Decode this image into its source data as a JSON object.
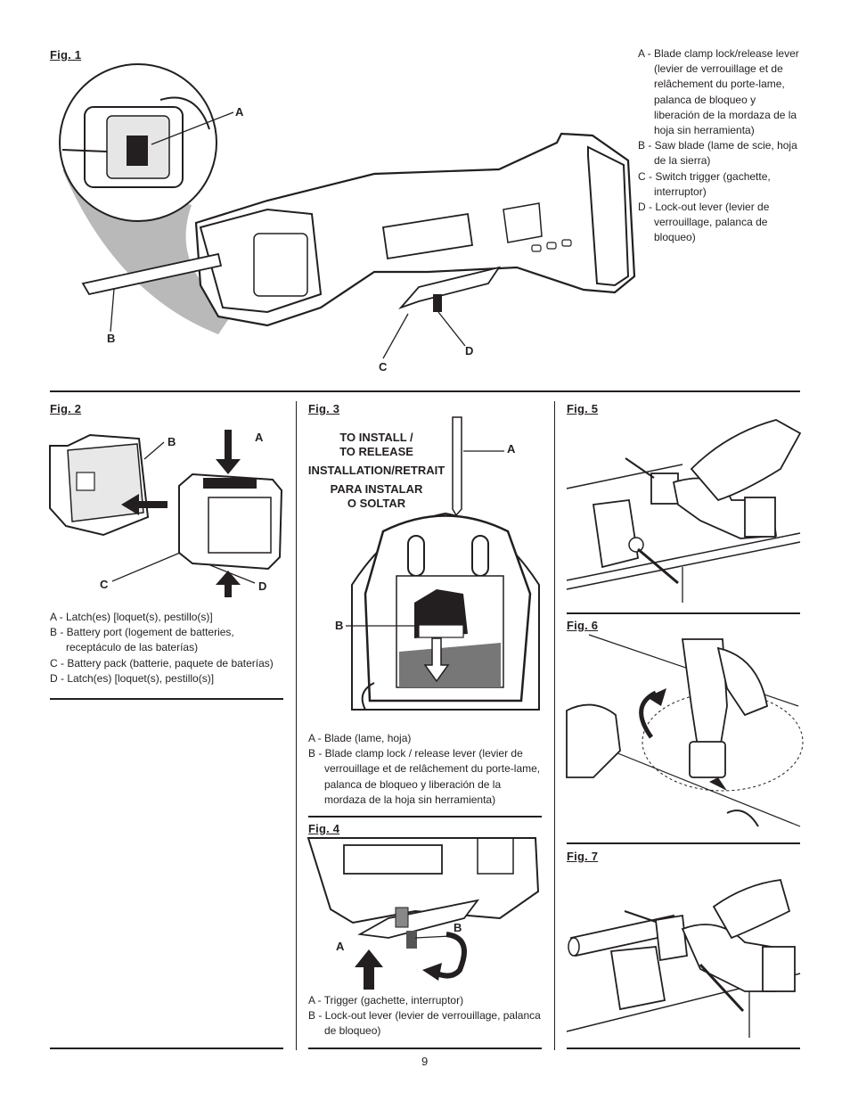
{
  "page_number": "9",
  "fig1": {
    "title": "Fig. 1",
    "callouts": {
      "a": "A",
      "b": "B",
      "c": "C",
      "d": "D"
    },
    "legend": [
      "A - Blade clamp lock/release lever (levier de verrouillage et de relâchement du porte-lame, palanca de bloqueo y liberación de la mordaza de la hoja sin herramienta)",
      "B - Saw blade (lame de scie, hoja de la sierra)",
      "C - Switch trigger (gachette, interruptor)",
      "D - Lock-out lever (levier de verrouillage, palanca de bloqueo)"
    ]
  },
  "fig2": {
    "title": "Fig. 2",
    "callouts": {
      "a": "A",
      "b": "B",
      "c": "C",
      "d": "D"
    },
    "legend": [
      "A - Latch(es) [loquet(s), pestillo(s)]",
      "B - Battery port (logement de batteries, receptáculo de las baterías)",
      "C - Battery pack (batterie, paquete de baterías)",
      "D - Latch(es) [loquet(s), pestillo(s)]"
    ]
  },
  "fig3": {
    "title": "Fig. 3",
    "instruction_lines": [
      "TO INSTALL /",
      "TO RELEASE",
      "INSTALLATION/RETRAIT",
      "PARA INSTALAR",
      "O SOLTAR"
    ],
    "callouts": {
      "a": "A",
      "b": "B"
    },
    "legend": [
      "A - Blade (lame, hoja)",
      "B - Blade clamp lock / release lever (levier de verrouillage et de relâchement du porte-lame, palanca de bloqueo y liberación de la mordaza de la hoja sin herramienta)"
    ]
  },
  "fig4": {
    "title": "Fig. 4",
    "callouts": {
      "a": "A",
      "b": "B"
    },
    "legend": [
      "A - Trigger (gachette, interruptor)",
      "B - Lock-out lever (levier de verrouillage, palanca de bloqueo)"
    ]
  },
  "fig5": {
    "title": "Fig. 5"
  },
  "fig6": {
    "title": "Fig. 6"
  },
  "fig7": {
    "title": "Fig. 7"
  }
}
